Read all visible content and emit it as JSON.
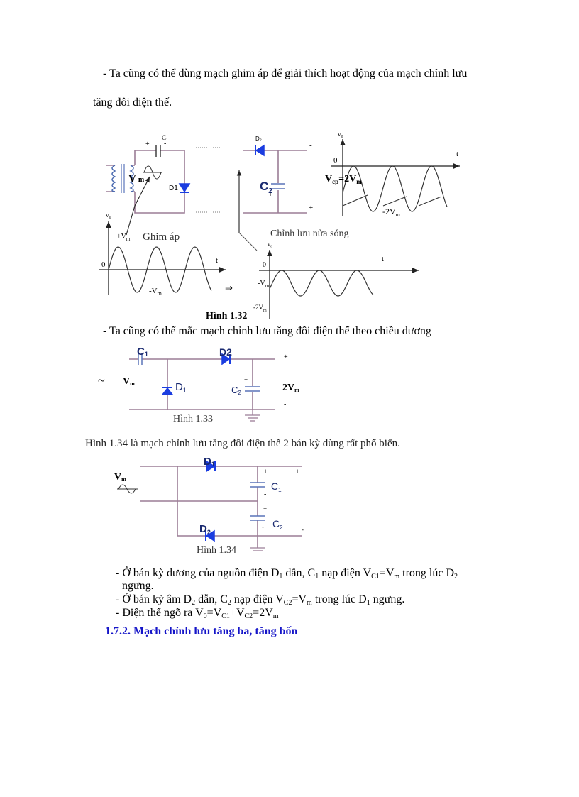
{
  "paragraphs": {
    "p1_line1": "- Ta cũng có thể dùng mạch ghim áp để giải thích hoạt động của mạch chỉnh lưu",
    "p1_line2": "tăng đôi điện thế.",
    "p2": "- Ta cũng có thể mắc mạch chỉnh lưu tăng đôi điện thế theo chiều dương",
    "p3": "Hình 1.34 là mạch chỉnh lưu tăng đôi điện thế 2 bán kỳ dùng rất phổ biến."
  },
  "bullets": [
    [
      [
        "- Ở bán kỳ dương của nguồn điện D",
        ""
      ],
      [
        "1",
        "s"
      ],
      [
        " dẫn, C",
        ""
      ],
      [
        "1",
        "s"
      ],
      [
        " nạp điện V",
        ""
      ],
      [
        "C1",
        "s"
      ],
      [
        "=V",
        ""
      ],
      [
        "m",
        "s"
      ],
      [
        " trong lúc D",
        ""
      ],
      [
        "2",
        "s"
      ]
    ],
    [
      [
        "ngưng.",
        ""
      ]
    ],
    [
      [
        "- Ở bán kỳ âm D",
        ""
      ],
      [
        "2",
        "s"
      ],
      [
        " dẫn, C",
        ""
      ],
      [
        "2",
        "s"
      ],
      [
        " nạp điện V",
        ""
      ],
      [
        "C2",
        "s"
      ],
      [
        "=V",
        ""
      ],
      [
        "m",
        "s"
      ],
      [
        " trong lúc D",
        ""
      ],
      [
        "1",
        "s"
      ],
      [
        " ngưng.",
        ""
      ]
    ],
    [
      [
        "- Điện thế ngõ ra V",
        ""
      ],
      [
        "0",
        "s"
      ],
      [
        "=V",
        ""
      ],
      [
        "C1",
        "s"
      ],
      [
        "+V",
        ""
      ],
      [
        "C2",
        "s"
      ],
      [
        "=2V",
        ""
      ],
      [
        "m",
        "s"
      ]
    ]
  ],
  "section_heading": "1.7.2. Mạch chỉnh lưu tăng ba, tăng bốn",
  "fig132": {
    "caption": "Hình 1.32",
    "cap_label": "C₁",
    "plus": "+",
    "minus": "-",
    "vm": "V",
    "vm_sub": "m",
    "d1": "D1",
    "d2": "D₂",
    "c2": "C",
    "c2_sub": "2",
    "vcp": "V",
    "vcp_sub": "cp",
    "vcp_rest": "=2V",
    "clamp_label": "Ghim áp",
    "rect_label": "Chỉnh lưu nửa sóng",
    "v0": "v₀",
    "zero": "0",
    "t": "t",
    "plus_vm": "+V",
    "minus_vm": "-V",
    "minus_2vm": "-2V",
    "implies": "⇒"
  },
  "fig133": {
    "caption": "Hình 1.33",
    "c1": "C",
    "c1_sub": "1",
    "d2": "D2",
    "d1": "D",
    "d1_sub": "1",
    "c2": "C",
    "c2_sub": "2",
    "tilde": "~",
    "vm": "V",
    "vm_sub": "m",
    "out": "2V",
    "out_sub": "m",
    "plus": "+",
    "minus": "-"
  },
  "fig134": {
    "caption": "Hình 1.34",
    "vm": "V",
    "vm_sub": "m",
    "d1": "D",
    "d1_sub": "1",
    "d2": "D",
    "d2_sub": "2",
    "c1": "C",
    "c1_sub": "1",
    "c2": "C",
    "c2_sub": "2",
    "plus": "+",
    "minus": "-"
  },
  "colors": {
    "heading": "#1515c8",
    "diode": "#1b3de0",
    "wire": "#9b7d96"
  }
}
